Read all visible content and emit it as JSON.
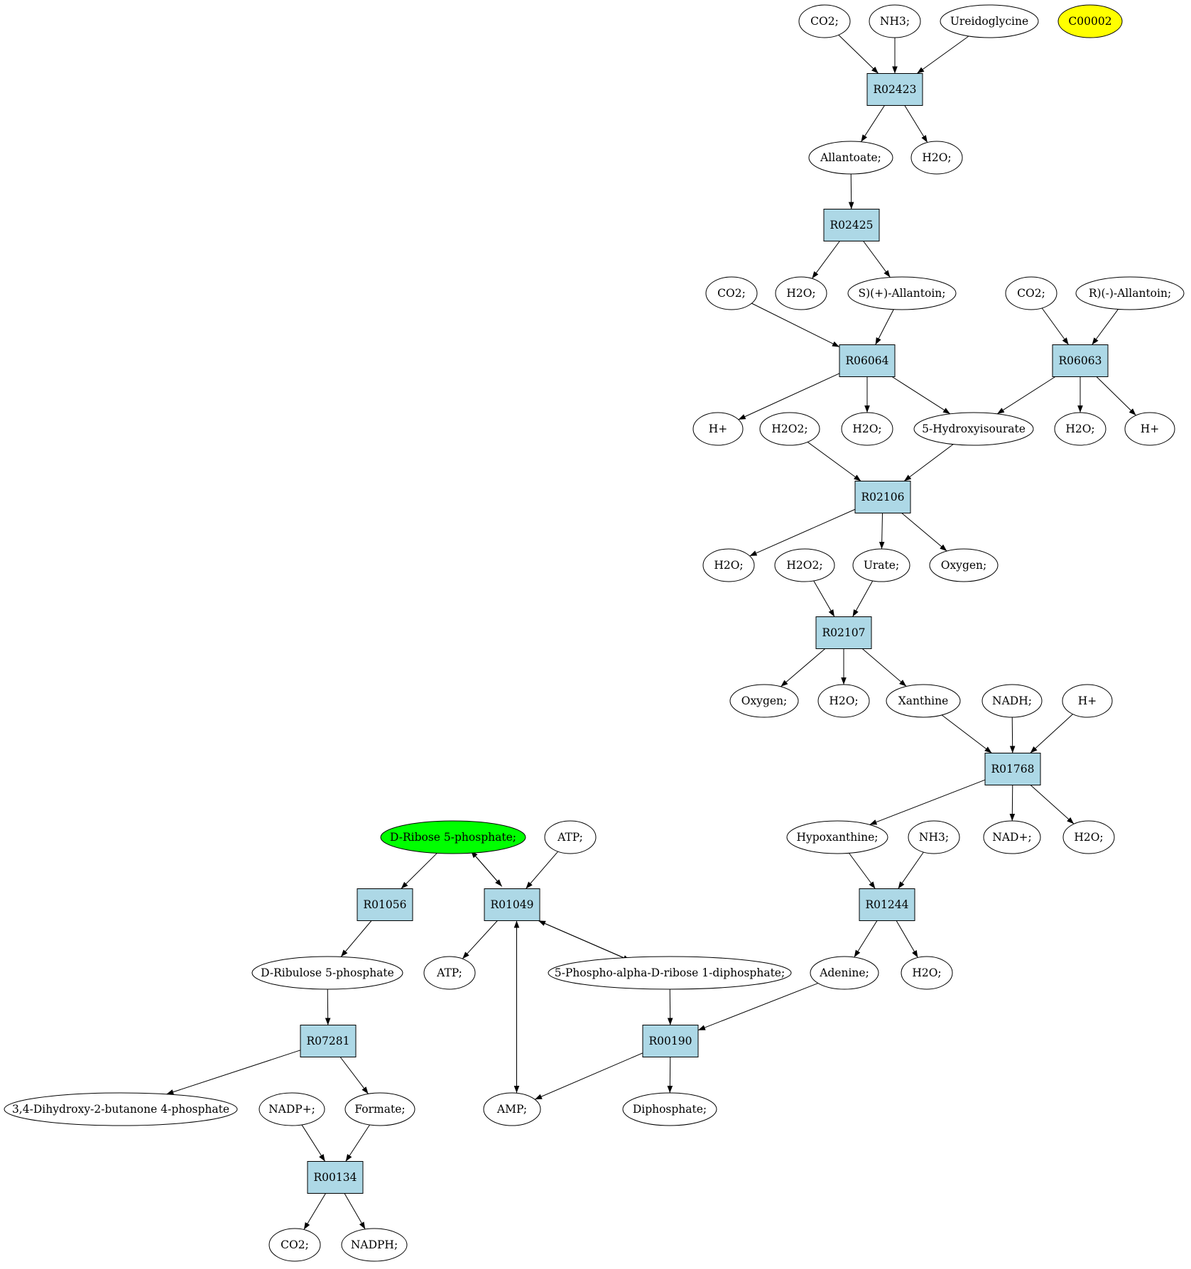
{
  "colors": {
    "reaction_fill": "#add8e6",
    "compound_fill": "#ffffff",
    "highlight_start": "#00ff00",
    "highlight_target": "#ffff00",
    "line": "#000000"
  },
  "nodes": {
    "n_co2_a": {
      "label": "CO2;",
      "kind": "compound"
    },
    "n_nh3_a": {
      "label": "NH3;",
      "kind": "compound"
    },
    "n_ureidoglycine": {
      "label": "Ureidoglycine",
      "kind": "compound"
    },
    "n_c00002": {
      "label": "C00002",
      "kind": "compound",
      "highlight": "target"
    },
    "r_R02423": {
      "label": "R02423",
      "kind": "reaction"
    },
    "n_allantoate": {
      "label": "Allantoate;",
      "kind": "compound"
    },
    "n_h2o_a": {
      "label": "H2O;",
      "kind": "compound"
    },
    "r_R02425": {
      "label": "R02425",
      "kind": "reaction"
    },
    "n_co2_b": {
      "label": "CO2;",
      "kind": "compound"
    },
    "n_h2o_b": {
      "label": "H2O;",
      "kind": "compound"
    },
    "n_s_allantoin": {
      "label": "S)(+)-Allantoin;",
      "kind": "compound"
    },
    "n_co2_c": {
      "label": "CO2;",
      "kind": "compound"
    },
    "n_r_allantoin": {
      "label": "R)(-)-Allantoin;",
      "kind": "compound"
    },
    "r_R06064": {
      "label": "R06064",
      "kind": "reaction"
    },
    "r_R06063": {
      "label": "R06063",
      "kind": "reaction"
    },
    "n_hplus_a": {
      "label": "H+",
      "kind": "compound"
    },
    "n_h2o2_a": {
      "label": "H2O2;",
      "kind": "compound"
    },
    "n_h2o_c": {
      "label": "H2O;",
      "kind": "compound"
    },
    "n_hydroxyisourate": {
      "label": "5-Hydroxyisourate",
      "kind": "compound"
    },
    "n_h2o_d": {
      "label": "H2O;",
      "kind": "compound"
    },
    "n_hplus_b": {
      "label": "H+",
      "kind": "compound"
    },
    "r_R02106": {
      "label": "R02106",
      "kind": "reaction"
    },
    "n_h2o_e": {
      "label": "H2O;",
      "kind": "compound"
    },
    "n_h2o2_b": {
      "label": "H2O2;",
      "kind": "compound"
    },
    "n_urate": {
      "label": "Urate;",
      "kind": "compound"
    },
    "n_oxygen_a": {
      "label": "Oxygen;",
      "kind": "compound"
    },
    "r_R02107": {
      "label": "R02107",
      "kind": "reaction"
    },
    "n_oxygen_b": {
      "label": "Oxygen;",
      "kind": "compound"
    },
    "n_h2o_f": {
      "label": "H2O;",
      "kind": "compound"
    },
    "n_xanthine": {
      "label": "Xanthine",
      "kind": "compound"
    },
    "n_nadh": {
      "label": "NADH;",
      "kind": "compound"
    },
    "n_hplus_c": {
      "label": "H+",
      "kind": "compound"
    },
    "r_R01768": {
      "label": "R01768",
      "kind": "reaction"
    },
    "n_ribose5p": {
      "label": "D-Ribose 5-phosphate;",
      "kind": "compound",
      "highlight": "start"
    },
    "n_atp_a": {
      "label": "ATP;",
      "kind": "compound"
    },
    "n_hypoxanthine": {
      "label": "Hypoxanthine;",
      "kind": "compound"
    },
    "n_nh3_b": {
      "label": "NH3;",
      "kind": "compound"
    },
    "n_nadplus": {
      "label": "NAD+;",
      "kind": "compound"
    },
    "n_h2o_g": {
      "label": "H2O;",
      "kind": "compound"
    },
    "r_R01056": {
      "label": "R01056",
      "kind": "reaction"
    },
    "r_R01049": {
      "label": "R01049",
      "kind": "reaction"
    },
    "r_R01244": {
      "label": "R01244",
      "kind": "reaction"
    },
    "n_ribulose5p": {
      "label": "D-Ribulose 5-phosphate",
      "kind": "compound"
    },
    "n_atp_b": {
      "label": "ATP;",
      "kind": "compound"
    },
    "n_prpp": {
      "label": "5-Phospho-alpha-D-ribose 1-diphosphate;",
      "kind": "compound"
    },
    "n_adenine": {
      "label": "Adenine;",
      "kind": "compound"
    },
    "n_h2o_h": {
      "label": "H2O;",
      "kind": "compound"
    },
    "r_R07281": {
      "label": "R07281",
      "kind": "reaction"
    },
    "r_R00190": {
      "label": "R00190",
      "kind": "reaction"
    },
    "n_dhbp": {
      "label": "3,4-Dihydroxy-2-butanone 4-phosphate",
      "kind": "compound"
    },
    "n_nadpplus": {
      "label": "NADP+;",
      "kind": "compound"
    },
    "n_formate": {
      "label": "Formate;",
      "kind": "compound"
    },
    "n_amp": {
      "label": "AMP;",
      "kind": "compound"
    },
    "n_diphosphate": {
      "label": "Diphosphate;",
      "kind": "compound"
    },
    "r_R00134": {
      "label": "R00134",
      "kind": "reaction"
    },
    "n_co2_d": {
      "label": "CO2;",
      "kind": "compound"
    },
    "n_nadph": {
      "label": "NADPH;",
      "kind": "compound"
    }
  },
  "edges": [
    [
      "n_co2_a",
      "r_R02423"
    ],
    [
      "n_nh3_a",
      "r_R02423"
    ],
    [
      "n_ureidoglycine",
      "r_R02423"
    ],
    [
      "r_R02423",
      "n_allantoate"
    ],
    [
      "r_R02423",
      "n_h2o_a"
    ],
    [
      "n_allantoate",
      "r_R02425"
    ],
    [
      "r_R02425",
      "n_h2o_b"
    ],
    [
      "r_R02425",
      "n_s_allantoin"
    ],
    [
      "n_co2_b",
      "r_R06064"
    ],
    [
      "n_s_allantoin",
      "r_R06064"
    ],
    [
      "n_co2_c",
      "r_R06063"
    ],
    [
      "n_r_allantoin",
      "r_R06063"
    ],
    [
      "r_R06064",
      "n_hplus_a"
    ],
    [
      "r_R06064",
      "n_h2o_c"
    ],
    [
      "r_R06064",
      "n_hydroxyisourate"
    ],
    [
      "r_R06063",
      "n_hydroxyisourate"
    ],
    [
      "r_R06063",
      "n_h2o_d"
    ],
    [
      "r_R06063",
      "n_hplus_b"
    ],
    [
      "n_h2o2_a",
      "r_R02106"
    ],
    [
      "n_hydroxyisourate",
      "r_R02106"
    ],
    [
      "r_R02106",
      "n_h2o_e"
    ],
    [
      "r_R02106",
      "n_urate"
    ],
    [
      "r_R02106",
      "n_oxygen_a"
    ],
    [
      "n_h2o2_b",
      "r_R02107"
    ],
    [
      "n_urate",
      "r_R02107"
    ],
    [
      "r_R02107",
      "n_oxygen_b"
    ],
    [
      "r_R02107",
      "n_h2o_f"
    ],
    [
      "r_R02107",
      "n_xanthine"
    ],
    [
      "n_xanthine",
      "r_R01768"
    ],
    [
      "n_nadh",
      "r_R01768"
    ],
    [
      "n_hplus_c",
      "r_R01768"
    ],
    [
      "r_R01768",
      "n_hypoxanthine"
    ],
    [
      "r_R01768",
      "n_nadplus"
    ],
    [
      "r_R01768",
      "n_h2o_g"
    ],
    [
      "n_hypoxanthine",
      "r_R01244"
    ],
    [
      "n_nh3_b",
      "r_R01244"
    ],
    [
      "r_R01244",
      "n_adenine"
    ],
    [
      "r_R01244",
      "n_h2o_h"
    ],
    [
      "n_ribose5p",
      "r_R01056"
    ],
    [
      "n_ribose5p",
      "r_R01049"
    ],
    [
      "r_R01049",
      "n_ribose5p"
    ],
    [
      "n_atp_a",
      "r_R01049"
    ],
    [
      "r_R01049",
      "n_atp_b"
    ],
    [
      "n_prpp",
      "r_R01049"
    ],
    [
      "r_R01049",
      "n_prpp"
    ],
    [
      "r_R01049",
      "n_amp"
    ],
    [
      "n_amp",
      "r_R01049"
    ],
    [
      "r_R01056",
      "n_ribulose5p"
    ],
    [
      "n_ribulose5p",
      "r_R07281"
    ],
    [
      "r_R07281",
      "n_dhbp"
    ],
    [
      "r_R07281",
      "n_formate"
    ],
    [
      "n_prpp",
      "r_R00190"
    ],
    [
      "n_adenine",
      "r_R00190"
    ],
    [
      "r_R00190",
      "n_amp"
    ],
    [
      "r_R00190",
      "n_diphosphate"
    ],
    [
      "n_nadpplus",
      "r_R00134"
    ],
    [
      "n_formate",
      "r_R00134"
    ],
    [
      "r_R00134",
      "n_co2_d"
    ],
    [
      "r_R00134",
      "n_nadph"
    ]
  ]
}
